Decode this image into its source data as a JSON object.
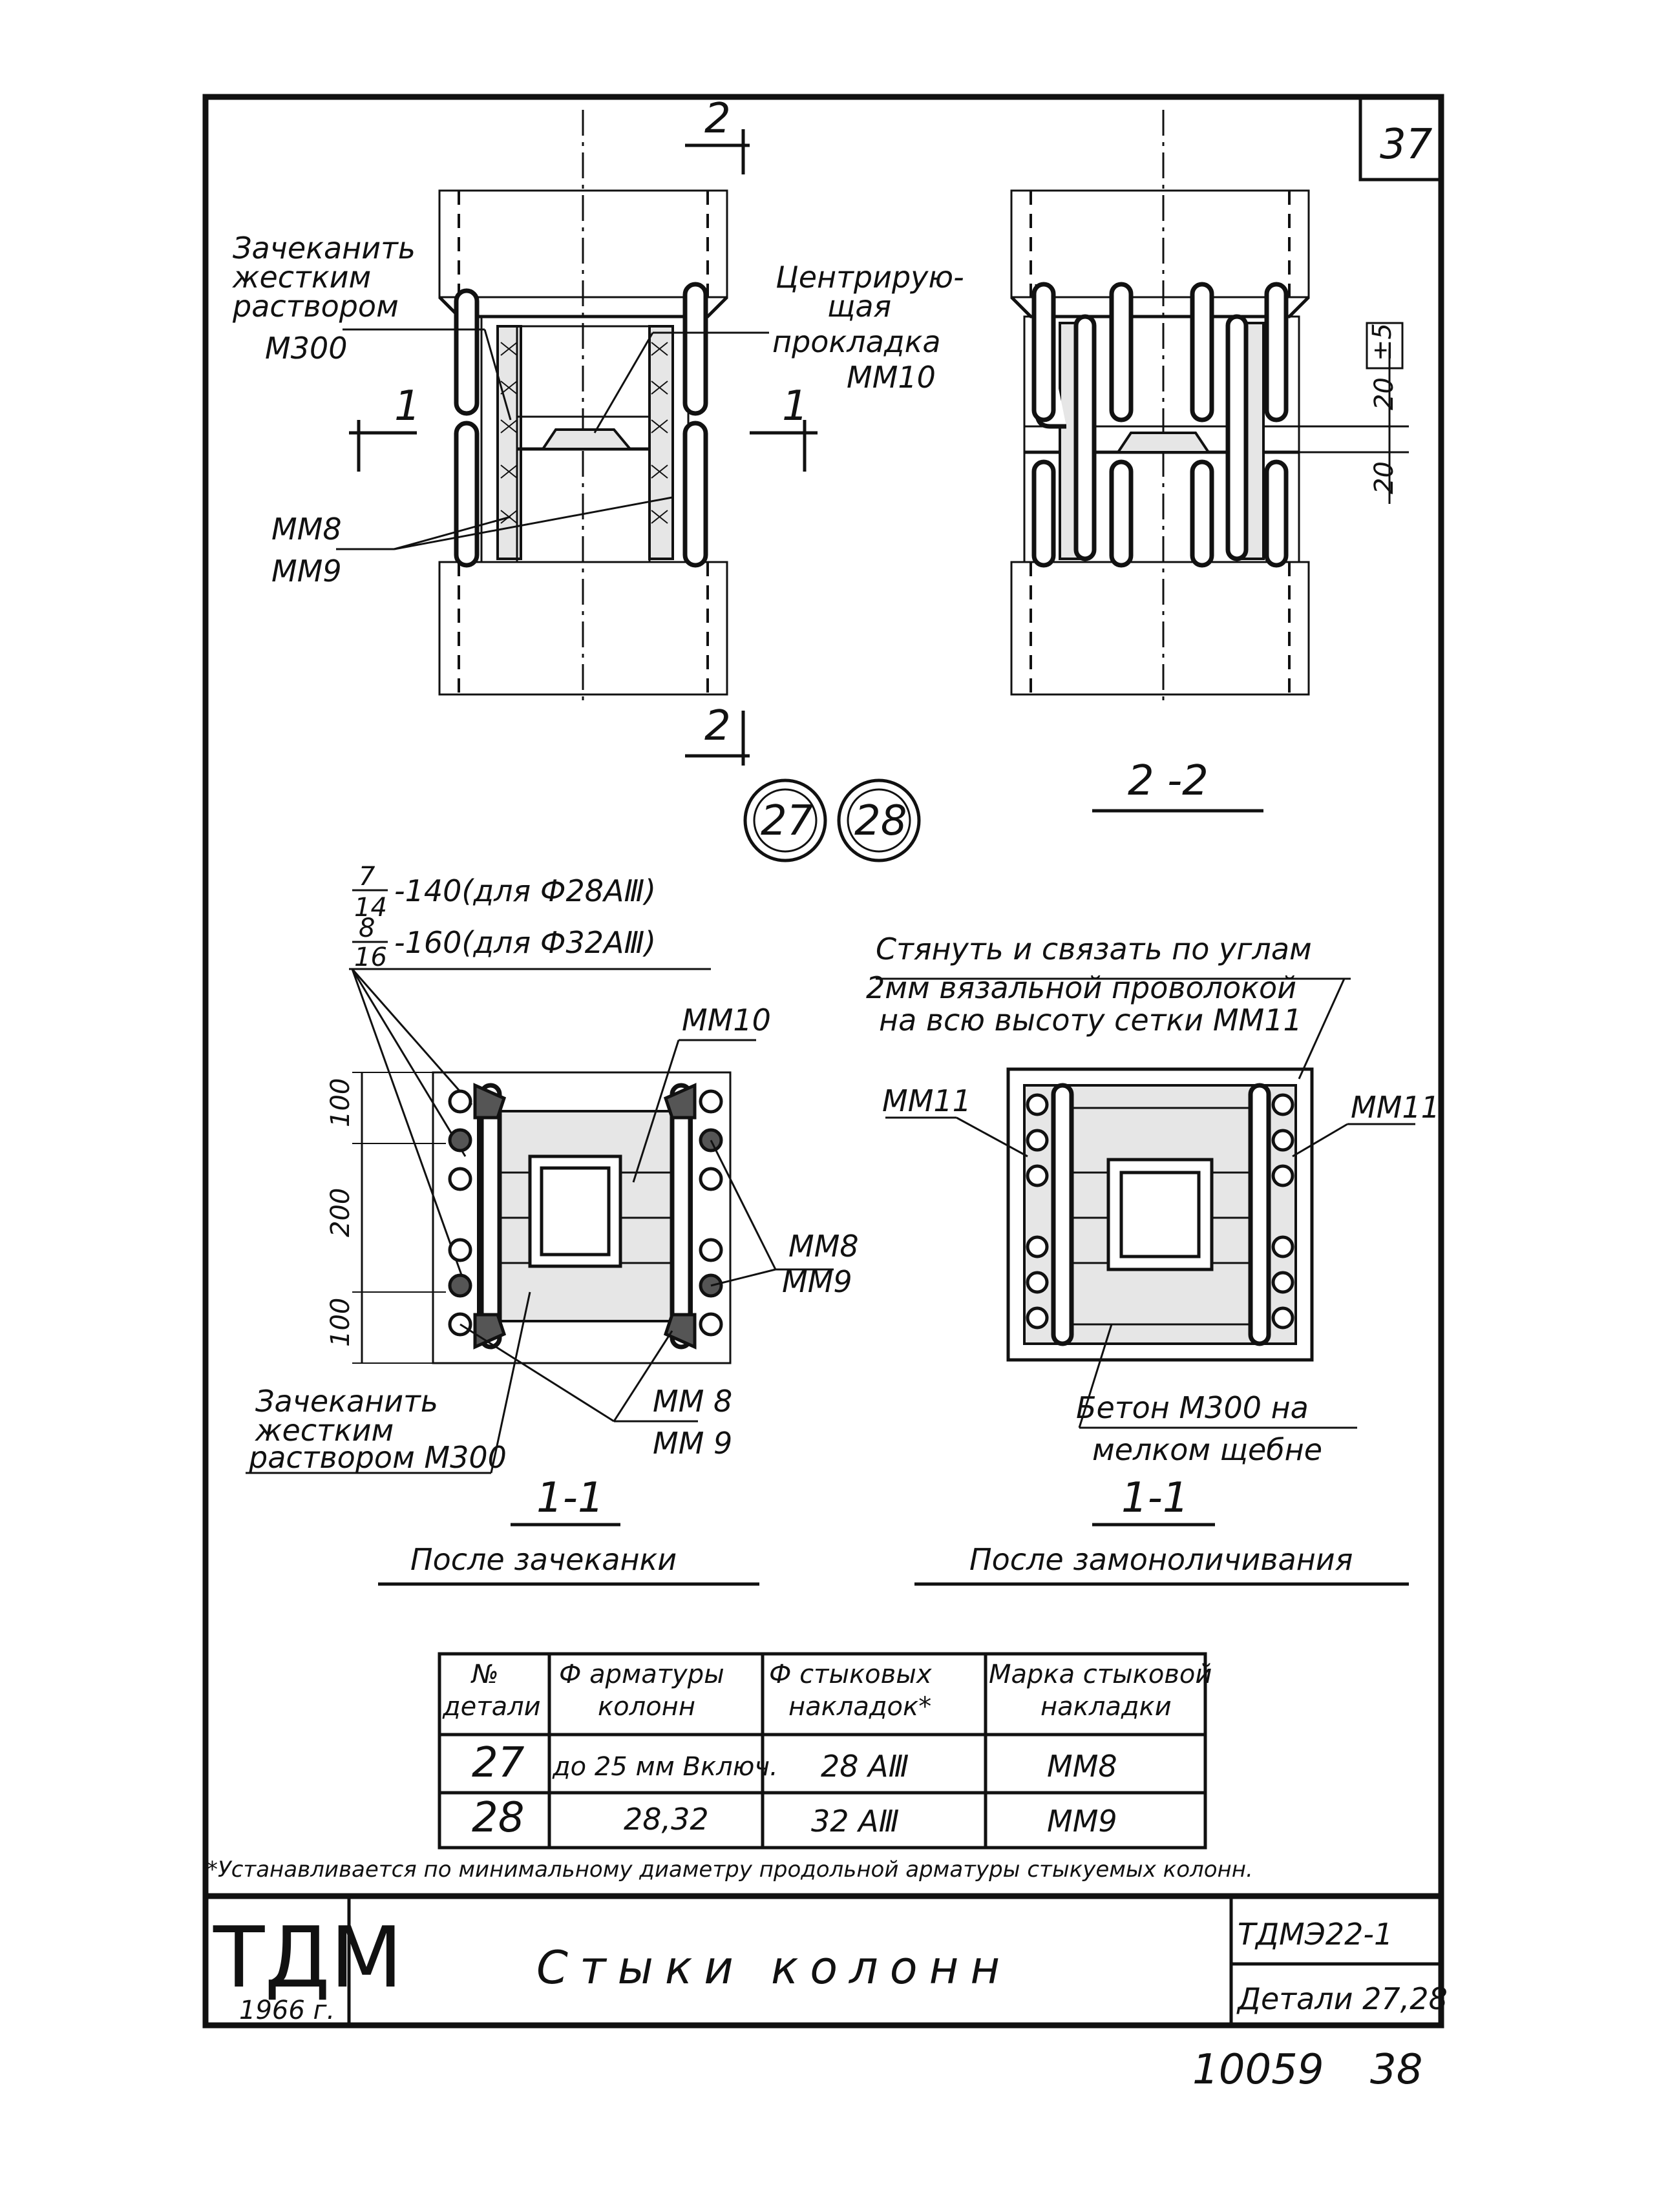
{
  "sheet_number": "37",
  "detail_marks": [
    "27",
    "28"
  ],
  "section_marks": {
    "s2_top": "2",
    "s2_bottom": "2",
    "s1_left": "1",
    "s1_right": "1"
  },
  "elevation_labels": {
    "caulk_line1": "Зачеканить",
    "caulk_line2": "жестким",
    "caulk_line3": "раствором",
    "caulk_grade": "М300",
    "centering_line1": "Центрирую-",
    "centering_line2": "щая",
    "centering_line3": "прокладка",
    "centering_code": "ММ10",
    "mm8": "ММ8",
    "mm9": "ММ9"
  },
  "section22": {
    "title": "2 -2",
    "dim_top": "20",
    "dim_tol": "±5",
    "dim_bottom": "20"
  },
  "plan_left": {
    "note_a_frac_top": "7",
    "note_a_frac_bottom": "14",
    "note_a_text": "-140(для Ф28АⅢ)",
    "note_b_frac_top": "8",
    "note_b_frac_bottom": "16",
    "note_b_text": "-160(для Ф32АⅢ)",
    "mm10": "ММ10",
    "dim_100a": "100",
    "dim_200": "200",
    "dim_100b": "100",
    "mm8_r": "ММ8",
    "mm9_r": "ММ9",
    "mm8_b": "ММ 8",
    "mm9_b": "ММ 9",
    "caulk1": "Зачеканить",
    "caulk2": "жестким",
    "caulk3": "раствором М300",
    "section_label": "1-1",
    "caption": "После зачеканки"
  },
  "plan_right": {
    "note1": "Стянуть и связать по углам",
    "note2": "2мм вязальной проволокой",
    "note3": "на всю высоту сетки ММ11",
    "mm11_l": "ММ11",
    "mm11_r": "ММ11",
    "concrete1": "Бетон М300 на",
    "concrete2": "мелком щебне",
    "section_label": "1-1",
    "caption": "После замоноличивания"
  },
  "table": {
    "headers": [
      [
        "№",
        "детали"
      ],
      [
        "Ф арматуры",
        "колонн"
      ],
      [
        "Ф стыковых",
        "накладок*"
      ],
      [
        "Марка стыковой",
        "накладки"
      ]
    ],
    "rows": [
      [
        "27",
        "до 25 мм Включ.",
        "28 АⅢ",
        "ММ8"
      ],
      [
        "28",
        "28,32",
        "32 АⅢ",
        "ММ9"
      ]
    ]
  },
  "footnote": "*Устанавливается по минимальному диаметру продольной арматуры стыкуемых колонн.",
  "title_block": {
    "logo": "ТДМ",
    "year": "1966 г.",
    "title": "Стыки колонн",
    "code": "ТДМЭ22-1",
    "details": "Детали 27,28"
  },
  "footer": {
    "archive_no": "10059",
    "page": "38"
  }
}
